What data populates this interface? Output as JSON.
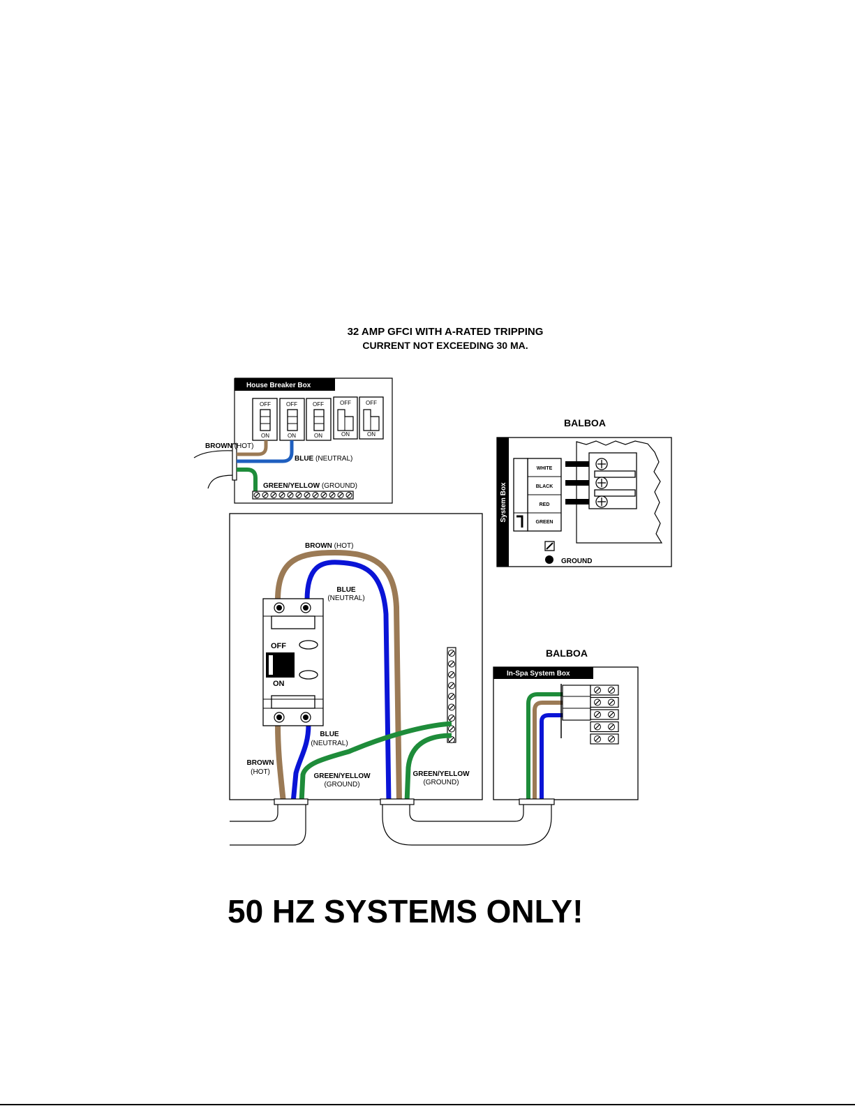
{
  "title": {
    "line1": "32 AMP GFCI WITH A-RATED TRIPPING",
    "line2": "CURRENT NOT EXCEEDING 30 MA."
  },
  "colors": {
    "brown": "#9b7a55",
    "blue": "#1f5fbf",
    "neutral_blue": "#0a14d6",
    "green": "#1e8c3a",
    "black": "#000000"
  },
  "house_breaker": {
    "header": "House Breaker Box",
    "switch_off": "OFF",
    "switch_on": "ON",
    "brown_label": "BROWN",
    "brown_paren": "(HOT)",
    "blue_label": "BLUE",
    "blue_paren": "(NEUTRAL)",
    "green_label": "GREEN/YELLOW",
    "green_paren": "(GROUND)"
  },
  "system_box": {
    "brand": "BALBOA",
    "side_label": "System Box",
    "terminals": [
      "WHITE",
      "BLACK",
      "RED",
      "GREEN"
    ],
    "ground_label": "GROUND"
  },
  "gfci_panel": {
    "brown_top": "BROWN",
    "brown_top_paren": "(HOT)",
    "blue_top": "BLUE",
    "blue_top_paren": "(NEUTRAL)",
    "breaker_off": "OFF",
    "breaker_on": "ON",
    "blue_bottom": "BLUE",
    "blue_bottom_paren": "(NEUTRAL)",
    "brown_bottom": "BROWN",
    "brown_bottom_paren": "(HOT)",
    "green_left": "GREEN/YELLOW",
    "green_left_paren": "(GROUND)",
    "green_right": "GREEN/YELLOW",
    "green_right_paren": "(GROUND)"
  },
  "inspa_box": {
    "brand": "BALBOA",
    "header": "In-Spa System Box"
  },
  "footer": {
    "warning": "50 HZ SYSTEMS ONLY!"
  }
}
